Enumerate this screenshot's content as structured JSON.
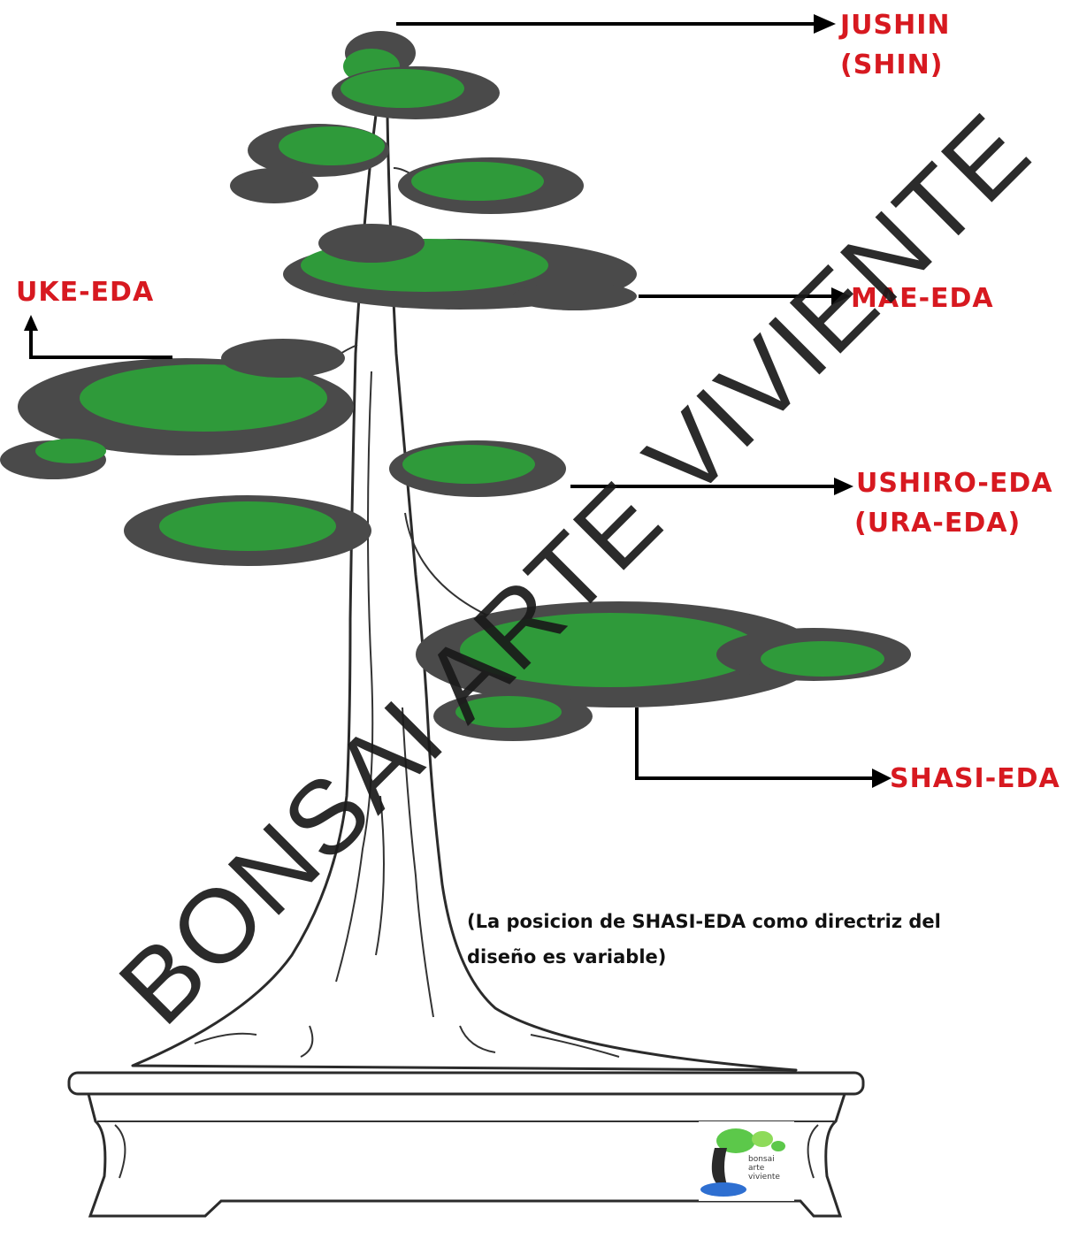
{
  "labels": {
    "jushin": "JUSHIN",
    "jushin_sub": "(SHIN)",
    "uke_eda": "UKE-EDA",
    "mae_eda": "MAE-EDA",
    "ushiro_eda": "USHIRO-EDA",
    "ushiro_eda_sub": "(URA-EDA)",
    "shasi_eda": "SHASI-EDA"
  },
  "note": {
    "line1": "(La posicion de SHASI-EDA como directriz del",
    "line2": "diseño es variable)"
  },
  "watermark": "BONSAI ARTE VIVIENTE",
  "logo": {
    "line1": "bonsai",
    "line2": "arte",
    "line3": "viviente"
  },
  "colors": {
    "label": "#d71920",
    "foliage": "#2f9a3a",
    "foliage_shadow": "#4a4a4a"
  }
}
